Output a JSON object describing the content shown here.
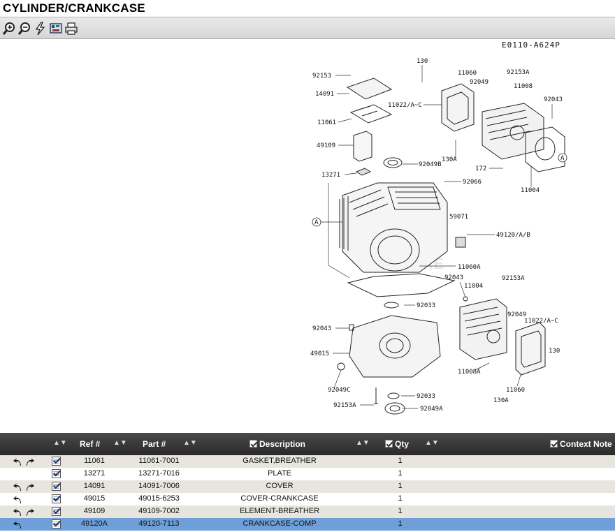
{
  "page": {
    "title": "CYLINDER/CRANKCASE"
  },
  "toolbar": {
    "tools": [
      {
        "name": "zoom-in-icon"
      },
      {
        "name": "zoom-out-icon"
      },
      {
        "name": "lightning-icon"
      },
      {
        "name": "image-grid-icon"
      },
      {
        "name": "print-icon"
      }
    ]
  },
  "diagram": {
    "code": "E0110-A624P",
    "watermark": "VENTURE",
    "callouts": [
      "130",
      "92153",
      "11060",
      "92153A",
      "92049",
      "11008",
      "14091",
      "11022/A~C",
      "92043",
      "11061",
      "49109",
      "92049B",
      "130A",
      "172",
      "13271",
      "92066",
      "11004",
      "A",
      "59071",
      "49120/A/B",
      "11060A",
      "92043",
      "11004",
      "92153A",
      "92033",
      "92049",
      "11022/A~C",
      "92043",
      "49015",
      "130",
      "11008A",
      "11060",
      "92049C",
      "92033",
      "130A",
      "92153A",
      "92049A",
      "A"
    ]
  },
  "table": {
    "headers": {
      "ref": "Ref #",
      "part": "Part #",
      "description": "Description",
      "qty": "Qty",
      "context_note": "Context Note"
    },
    "rows": [
      {
        "ref": "11061",
        "part": "11061-7001",
        "description": "GASKET,BREATHER",
        "qty": "1",
        "arrows": "both"
      },
      {
        "ref": "13271",
        "part": "13271-7016",
        "description": "PLATE",
        "qty": "1",
        "arrows": "none"
      },
      {
        "ref": "14091",
        "part": "14091-7006",
        "description": "COVER",
        "qty": "1",
        "arrows": "both"
      },
      {
        "ref": "49015",
        "part": "49015-6253",
        "description": "COVER-CRANKCASE",
        "qty": "1",
        "arrows": "left"
      },
      {
        "ref": "49109",
        "part": "49109-7002",
        "description": "ELEMENT-BREATHER",
        "qty": "1",
        "arrows": "both"
      },
      {
        "ref": "49120A",
        "part": "49120-7113",
        "description": "CRANKCASE-COMP",
        "qty": "1",
        "arrows": "left",
        "selected": true
      }
    ]
  },
  "colors": {
    "header_bg": "#333333",
    "row_alt": "#e8e5de",
    "row_selected": "#6f9fd8"
  }
}
